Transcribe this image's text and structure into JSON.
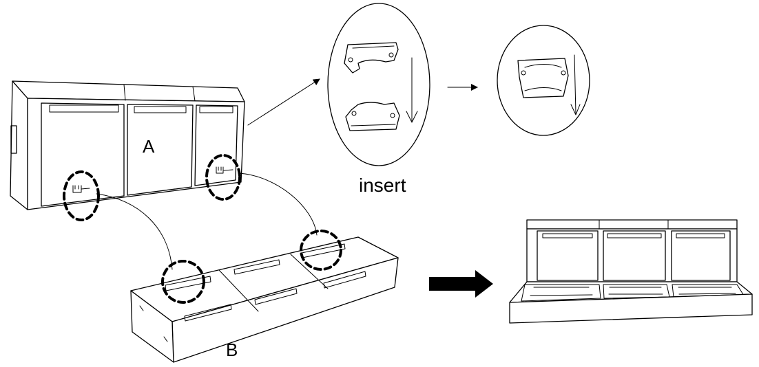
{
  "labels": {
    "part_a": "A",
    "part_b": "B",
    "insert_caption": "insert"
  },
  "colors": {
    "line": "#000000",
    "background": "#ffffff"
  },
  "icons": [
    "right-arrow-icon",
    "down-arrow-icon",
    "bold-right-arrow-icon",
    "dashed-circle-highlight"
  ]
}
